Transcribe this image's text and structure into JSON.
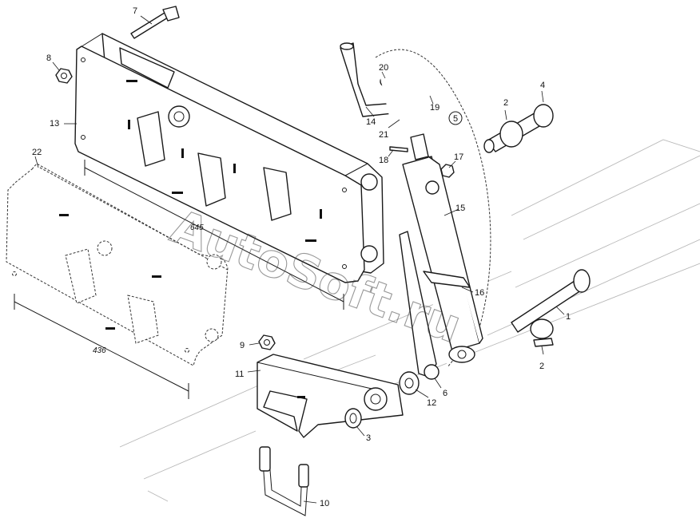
{
  "watermark": "AutoSoft.ru",
  "dimensions": {
    "plate_height": "645",
    "plate_width": "436"
  },
  "callouts": {
    "p1": "1",
    "p2a": "2",
    "p2b": "2",
    "p3": "3",
    "p4": "4",
    "p5": "5",
    "p6": "6",
    "p7": "7",
    "p8": "8",
    "p9": "9",
    "p10": "10",
    "p11": "11",
    "p12": "12",
    "p13": "13",
    "p14": "14",
    "p15": "15",
    "p16": "16",
    "p17": "17",
    "p18": "18",
    "p19": "19",
    "p20": "20",
    "p21": "21",
    "p22": "22"
  }
}
